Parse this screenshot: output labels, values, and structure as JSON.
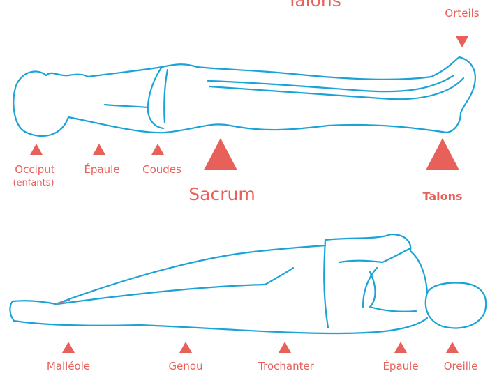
{
  "colors": {
    "accent": "#e8605a",
    "outline": "#1ba3d8"
  },
  "supine": {
    "top_cut_label": "Talons",
    "labels": {
      "orteils": "Orteils",
      "occiput": "Occiput",
      "occiput_note": "(enfants)",
      "epaule": "Épaule",
      "coudes": "Coudes",
      "sacrum": "Sacrum",
      "talons": "Talons"
    }
  },
  "lateral": {
    "labels": {
      "malleole": "Malléole",
      "genou": "Genou",
      "trochanter": "Trochanter",
      "epaule": "Épaule",
      "oreille": "Oreille"
    }
  }
}
